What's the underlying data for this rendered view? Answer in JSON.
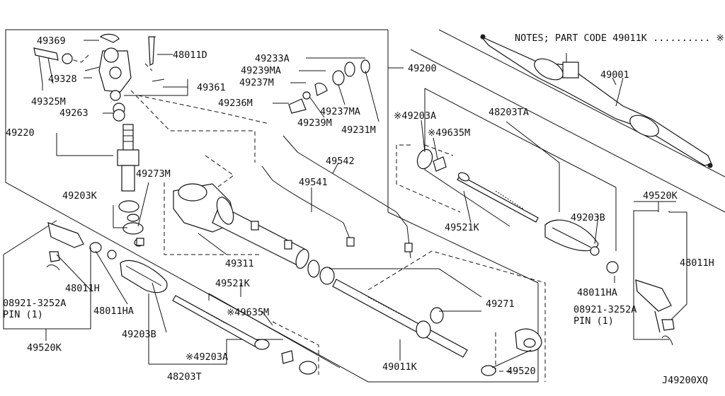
{
  "notes": {
    "text": "NOTES; PART CODE 49011K .......... ※"
  },
  "diagram_code": "J49200XQ",
  "labels": {
    "p49369": "49369",
    "p48011D": "48011D",
    "p49328": "49328",
    "p49325M": "49325M",
    "p49361": "49361",
    "p49263": "49263",
    "p49220": "49220",
    "p49273M": "49273M",
    "p49203K": "49203K",
    "p49233A": "49233A",
    "p49239MA": "49239MA",
    "p49237M": "49237M",
    "p49236M": "49236M",
    "p49239M": "49239M",
    "p49237MA": "49237MA",
    "p49231M": "49231M",
    "p49200": "49200",
    "p49542": "49542",
    "p49541": "49541",
    "p49311": "49311",
    "p49001": "49001",
    "p49203A_top": "※49203A",
    "p48203TA": "48203TA",
    "p49635M_top": "※49635M",
    "p49521K_top": "49521K",
    "p49203B_right": "49203B",
    "p48011HA_right": "48011HA",
    "p49520K_right": "49520K",
    "p48011H_right": "48011H",
    "p08921_right": "08921-3252A",
    "pin_right": "PIN (1)",
    "p49271": "49271",
    "p49011K": "49011K",
    "p49520": "49520",
    "p49521K_bottom": "49521K",
    "p49635M_bottom": "※49635M",
    "p49203A_bottom": "※49203A",
    "p48203T": "48203T",
    "p49203B_left": "49203B",
    "p48011HA_left": "48011HA",
    "p48011H_left": "48011H",
    "p08921_left": "08921-3252A",
    "pin_left": "PIN (1)",
    "p49520K_left": "49520K"
  }
}
